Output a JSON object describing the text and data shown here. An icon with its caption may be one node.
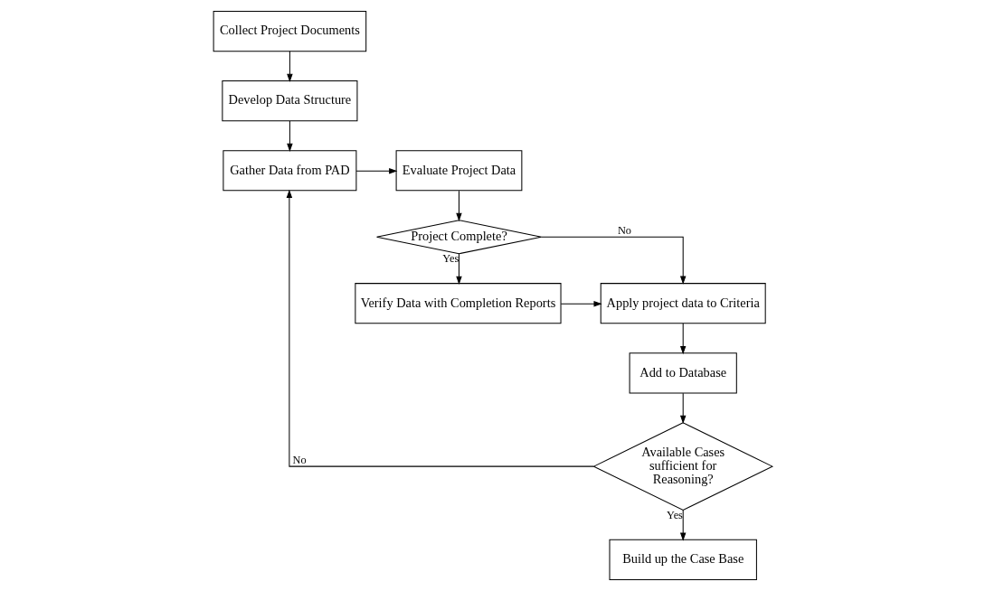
{
  "diagram": {
    "nodes": [
      {
        "text": [
          "Collect Project Documents"
        ]
      },
      {
        "text": [
          "Develop Data Structure"
        ]
      },
      {
        "text": [
          "Gather Data from PAD"
        ]
      },
      {
        "text": [
          "Evaluate Project Data"
        ]
      },
      {
        "text": [
          "Project Complete?"
        ]
      },
      {
        "text": [
          "Verify Data with Completion Reports"
        ]
      },
      {
        "text": [
          "Apply project data to Criteria"
        ]
      },
      {
        "text": [
          "Add to Database"
        ]
      },
      {
        "text": [
          "Available Cases sufficient for Reasoning?"
        ]
      },
      {
        "text": [
          "Build up the Case Base"
        ]
      }
    ],
    "edges": [
      {
        "from": 0,
        "to": 1,
        "arrow": "to"
      },
      {
        "from": 1,
        "to": 2,
        "arrow": "to"
      },
      {
        "from": 2,
        "to": 3,
        "arrow": "to"
      },
      {
        "from": 3,
        "to": 4,
        "arrow": "to"
      },
      {
        "from": 4,
        "to": 6,
        "arrow": "to",
        "label": "No"
      },
      {
        "from": 4,
        "to": 5,
        "arrow": "to",
        "label": "Yes"
      },
      {
        "from": 5,
        "to": 6,
        "arrow": "to"
      },
      {
        "from": 6,
        "to": 7,
        "arrow": "to"
      },
      {
        "from": 7,
        "to": 8,
        "arrow": "to"
      },
      {
        "from": 8,
        "to": 2,
        "arrow": "to",
        "label": "No"
      },
      {
        "from": 8,
        "to": 9,
        "arrow": "to",
        "label": "Yes"
      }
    ]
  }
}
